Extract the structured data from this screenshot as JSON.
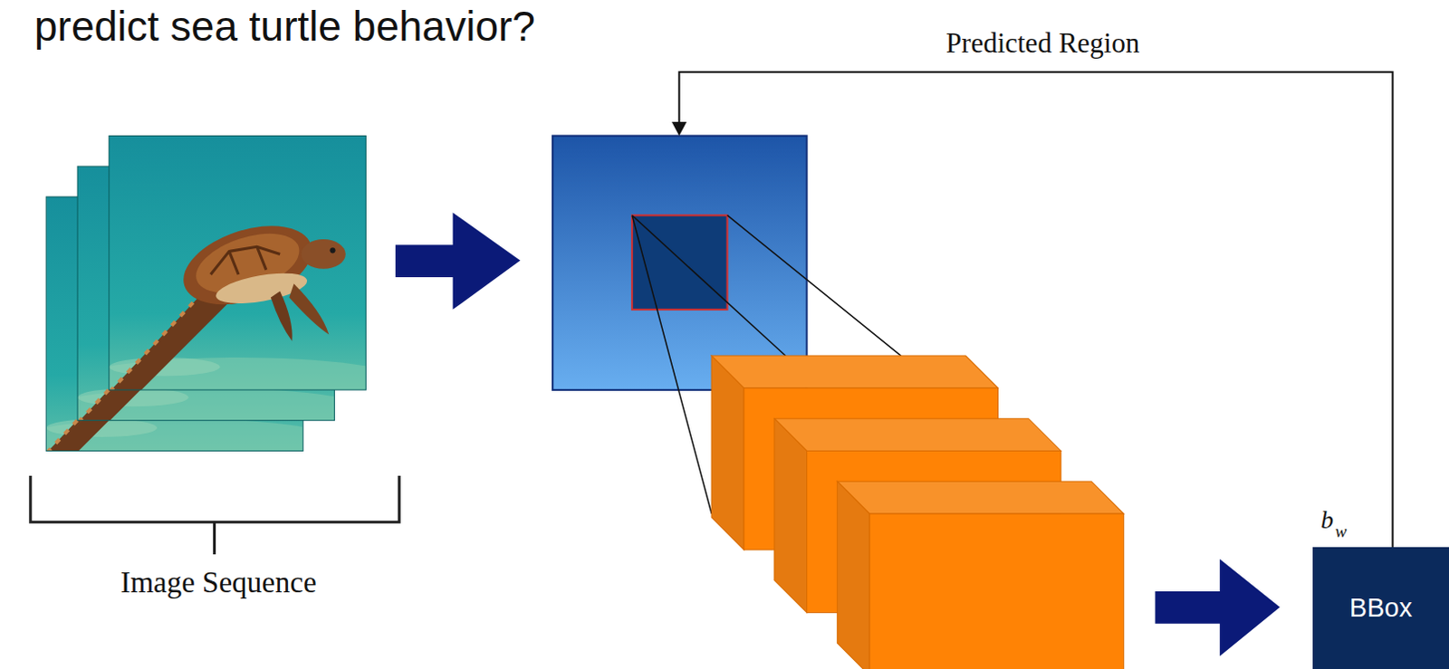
{
  "diagram": {
    "title": "predict sea turtle behavior?",
    "nodes": [
      {
        "text": [
          "BBox"
        ]
      }
    ],
    "edges": [],
    "labels": [
      "Predicted Region",
      "Image Sequence",
      "b",
      "w"
    ]
  }
}
